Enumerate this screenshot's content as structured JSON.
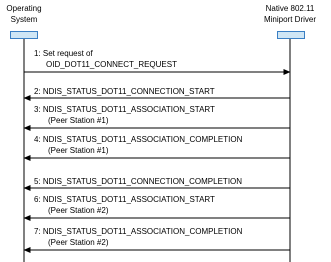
{
  "colors": {
    "box_fill": "#cfe6f5",
    "box_stroke": "#3a7fc4",
    "line": "#000000"
  },
  "participants": {
    "left": {
      "line1": "Operating",
      "line2": "System"
    },
    "right": {
      "line1": "Native 802.11",
      "line2": "Miniport Driver"
    }
  },
  "messages": [
    {
      "number": "1:",
      "line1": "Set request of",
      "line2": "OID_DOT11_CONNECT_REQUEST",
      "direction": "right"
    },
    {
      "number": "2:",
      "line1": "NDIS_STATUS_DOT11_CONNECTION_START",
      "line2": "",
      "direction": "left"
    },
    {
      "number": "3:",
      "line1": "NDIS_STATUS_DOT11_ASSOCIATION_START",
      "line2": "(Peer Station #1)",
      "direction": "left"
    },
    {
      "number": "4:",
      "line1": "NDIS_STATUS_DOT11_ASSOCIATION_COMPLETION",
      "line2": "(Peer Station #1)",
      "direction": "left"
    },
    {
      "number": "5:",
      "line1": "NDIS_STATUS_DOT11_CONNECTION_COMPLETION",
      "line2": "",
      "direction": "left"
    },
    {
      "number": "6:",
      "line1": "NDIS_STATUS_DOT11_ASSOCIATION_START",
      "line2": "(Peer Station #2)",
      "direction": "left"
    },
    {
      "number": "7:",
      "line1": "NDIS_STATUS_DOT11_ASSOCIATION_COMPLETION",
      "line2": "(Peer Station #2)",
      "direction": "left"
    }
  ]
}
